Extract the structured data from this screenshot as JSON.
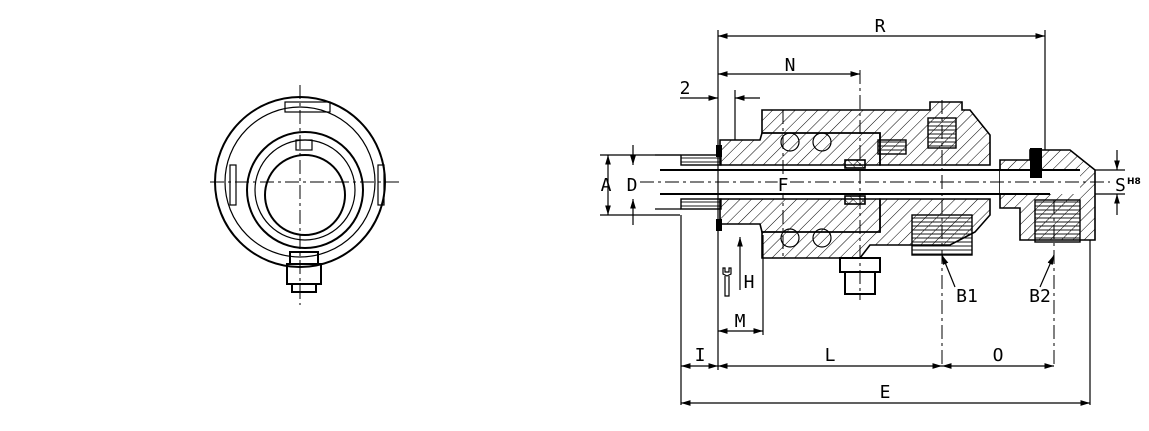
{
  "drawing": {
    "labels": {
      "R": "R",
      "N": "N",
      "two": "2",
      "A": "A",
      "D": "D",
      "F": "F",
      "S": "S",
      "S_tolerance": "H8",
      "H": "H",
      "M": "M",
      "B1": "B1",
      "B2": "B2",
      "I": "I",
      "L": "L",
      "O": "O",
      "E": "E"
    },
    "icons": [
      "wrench-icon",
      "arrow-icon"
    ]
  }
}
